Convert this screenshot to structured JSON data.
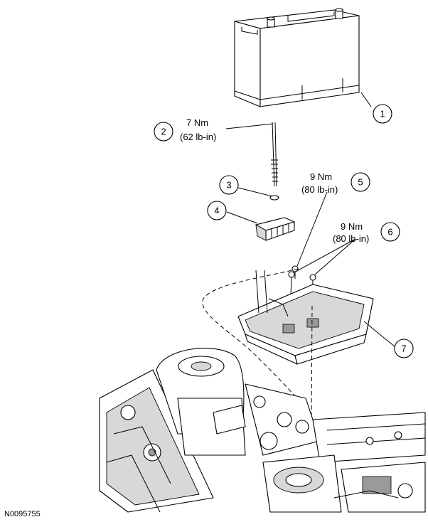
{
  "callouts": [
    {
      "number": "1"
    },
    {
      "number": "2",
      "line1": "7 Nm",
      "line2": "(62 lb-in)"
    },
    {
      "number": "3"
    },
    {
      "number": "4"
    },
    {
      "number": "5",
      "line1": "9 Nm",
      "line2": "(80 lb-in)"
    },
    {
      "number": "6",
      "line1": "9 Nm",
      "line2": "(80 lb-in)"
    },
    {
      "number": "7"
    }
  ],
  "figure_id": "N0095755"
}
